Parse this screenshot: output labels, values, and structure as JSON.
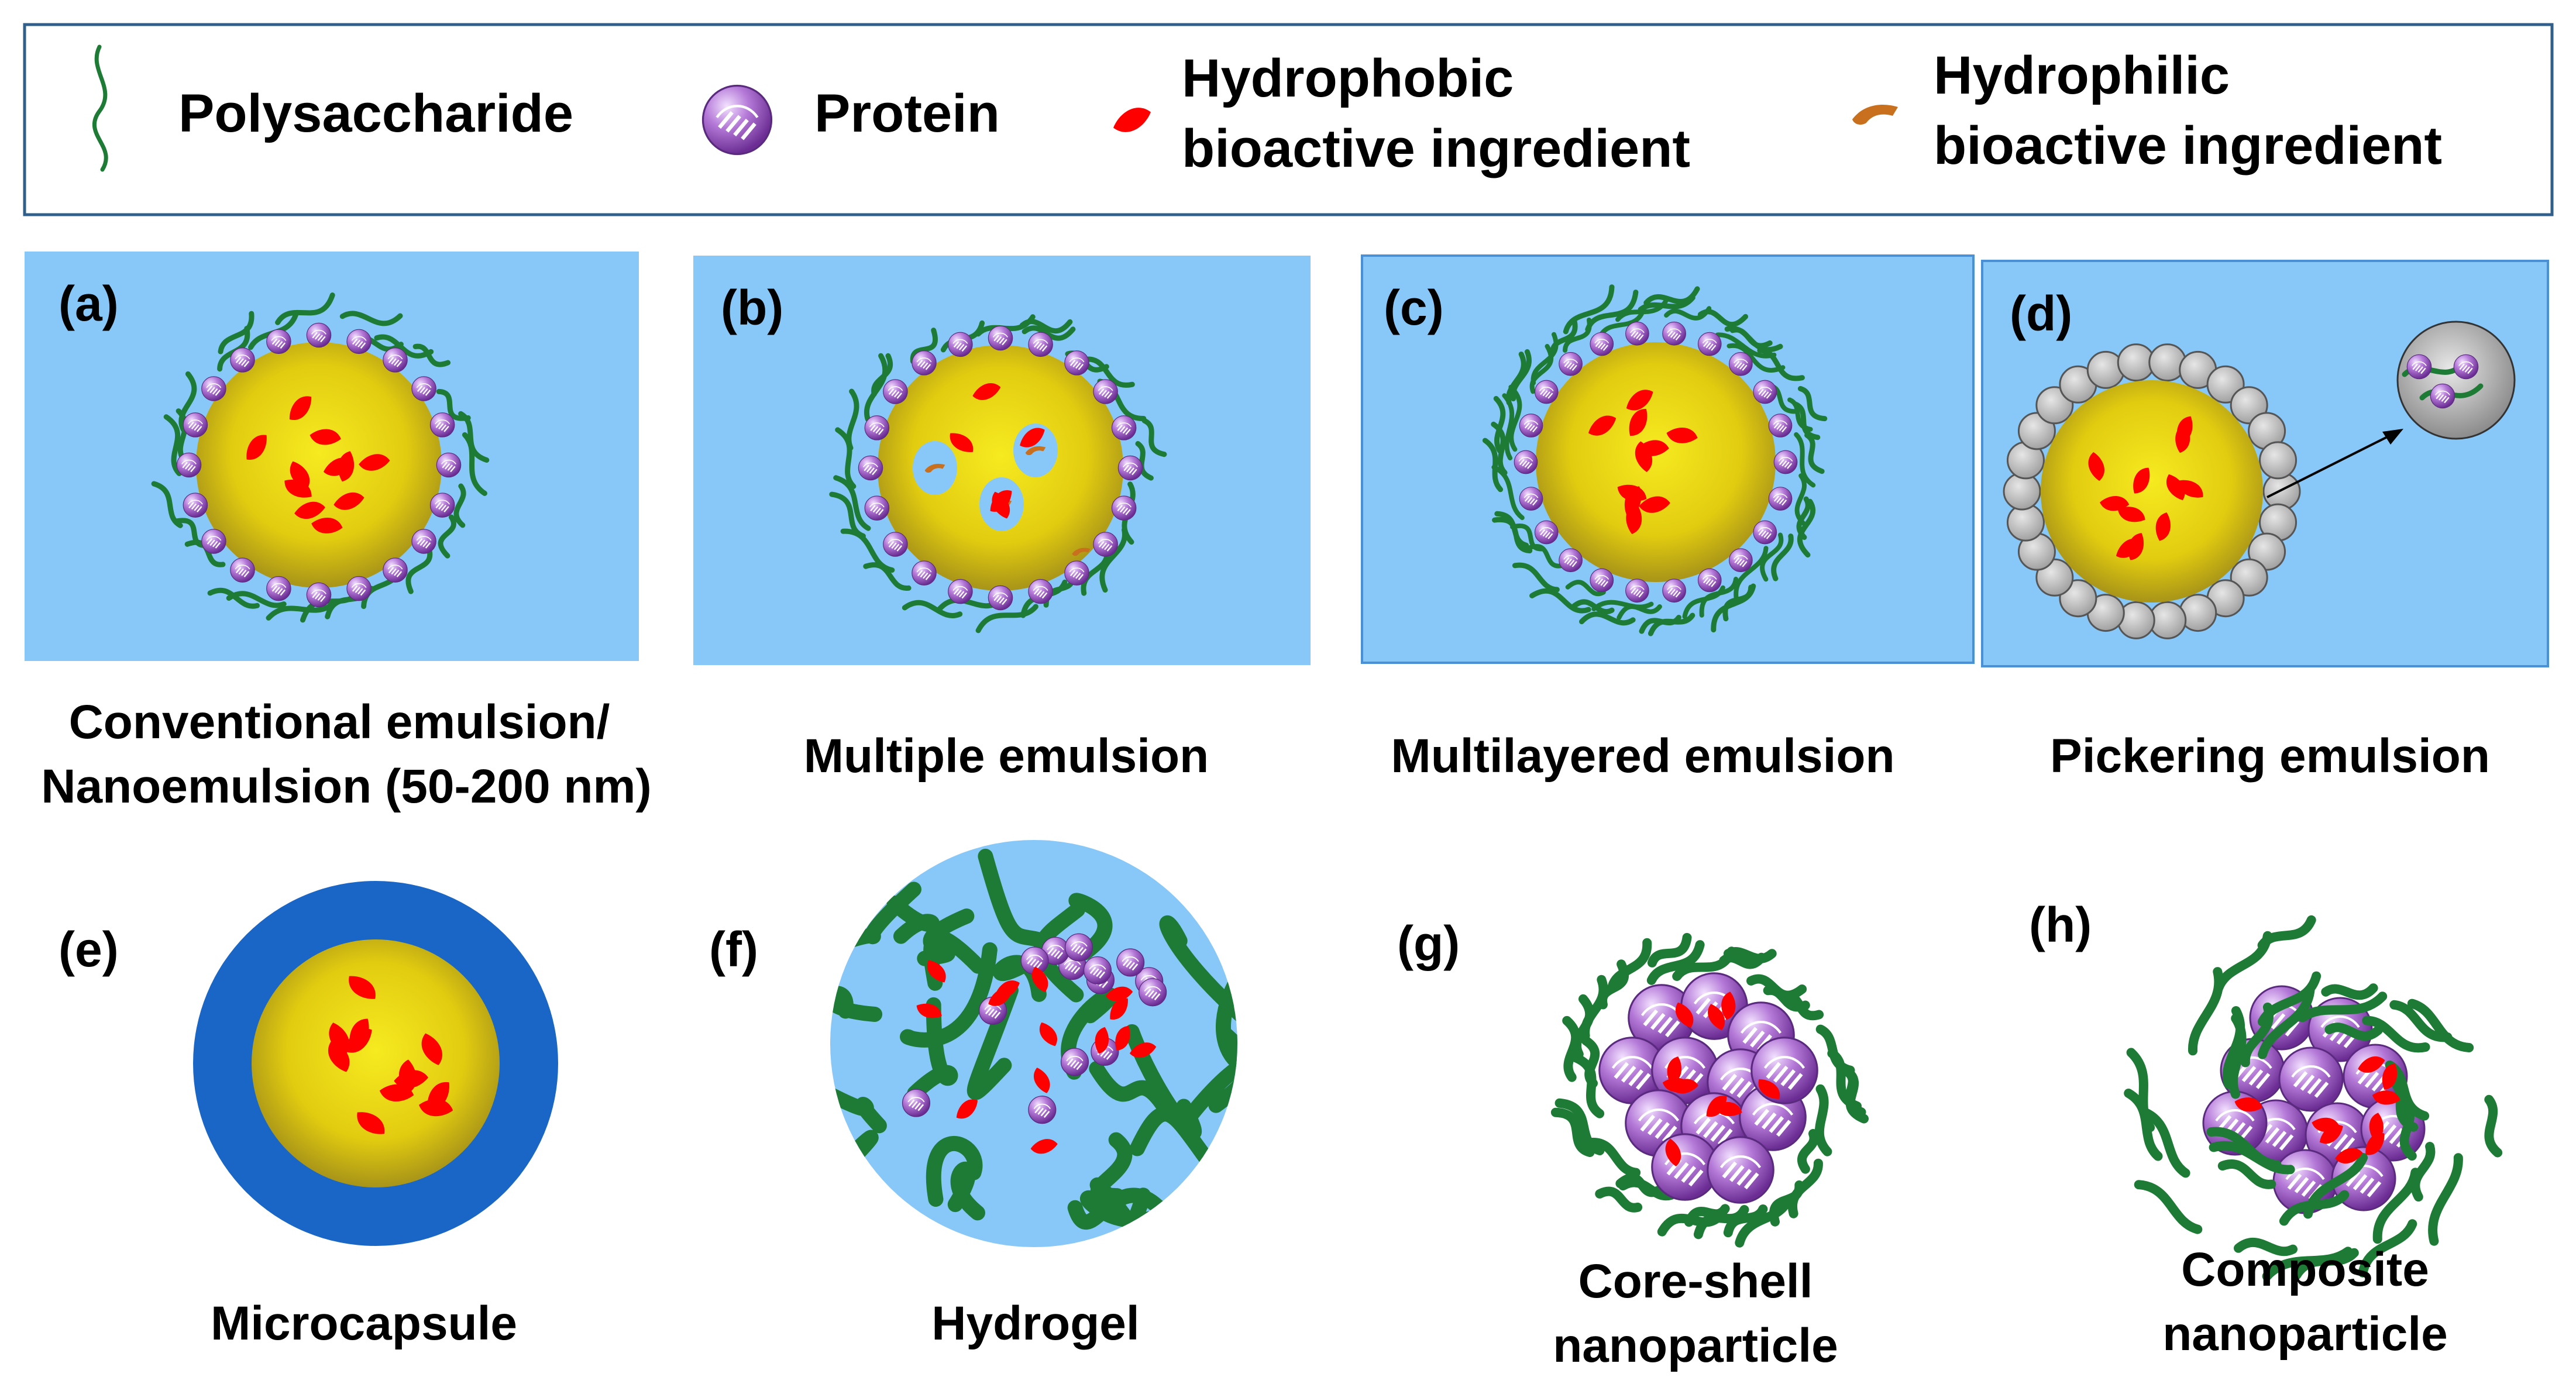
{
  "legend": {
    "polysaccharide": "Polysaccharide",
    "protein": "Protein",
    "hydrophobic_line1": "Hydrophobic",
    "hydrophobic_line2": "bioactive ingredient",
    "hydrophilic_line1": "Hydrophilic",
    "hydrophilic_line2": "bioactive ingredient"
  },
  "panels": {
    "a": {
      "letter": "(a)",
      "caption_line1": "Conventional emulsion/",
      "caption_line2": "Nanoemulsion (50-200 nm)"
    },
    "b": {
      "letter": "(b)",
      "caption_line1": "Multiple emulsion"
    },
    "c": {
      "letter": "(c)",
      "caption_line1": "Multilayered emulsion"
    },
    "d": {
      "letter": "(d)",
      "caption_line1": "Pickering emulsion"
    },
    "e": {
      "letter": "(e)",
      "caption_line1": "Microcapsule"
    },
    "f": {
      "letter": "(f)",
      "caption_line1": "Hydrogel"
    },
    "g": {
      "letter": "(g)",
      "caption_line1": "Core-shell",
      "caption_line2": "nanoparticle"
    },
    "h": {
      "letter": "(h)",
      "caption_line1": "Composite",
      "caption_line2": "nanoparticle"
    }
  },
  "colors": {
    "panel_bg": "#88c8f8",
    "legend_border": "#2f5f8a",
    "oil_core": "#e8d010",
    "polysaccharide": "#1e7b35",
    "protein": "#9b59c4",
    "hydrophobic": "#ff0000",
    "hydrophilic": "#c8701e",
    "capsule_shell": "#1a66c6",
    "pickering_particle": "#c0c0c0"
  }
}
